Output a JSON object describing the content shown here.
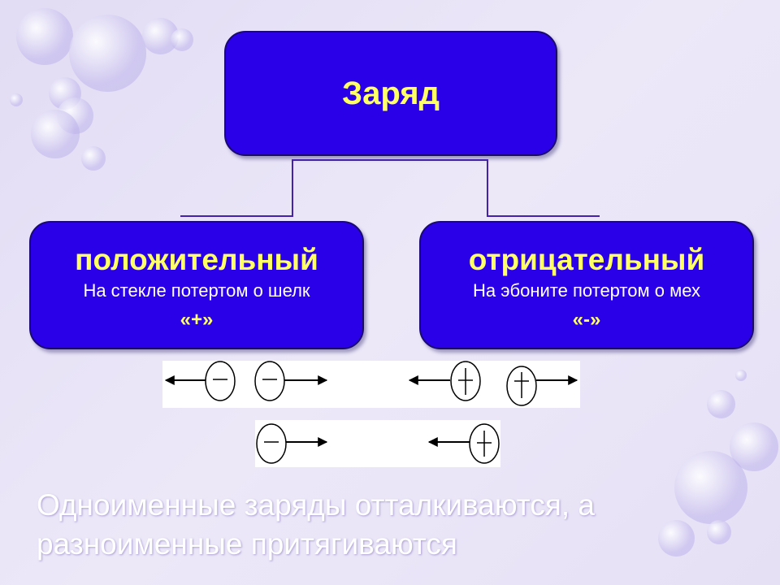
{
  "root": {
    "title": "Заряд"
  },
  "positive": {
    "title": "положительный",
    "subtitle": "На стекле потертом о шелк",
    "symbol": "«+»"
  },
  "negative": {
    "title": "отрицательный",
    "subtitle": "На эбоните потертом о мех",
    "symbol": "«-»"
  },
  "caption": "Одноименные заряды отталкиваются, а разноименные притягиваются",
  "colors": {
    "box": "#2a00e8",
    "title_text": "#ffff66",
    "background": "#e6e0f5"
  }
}
